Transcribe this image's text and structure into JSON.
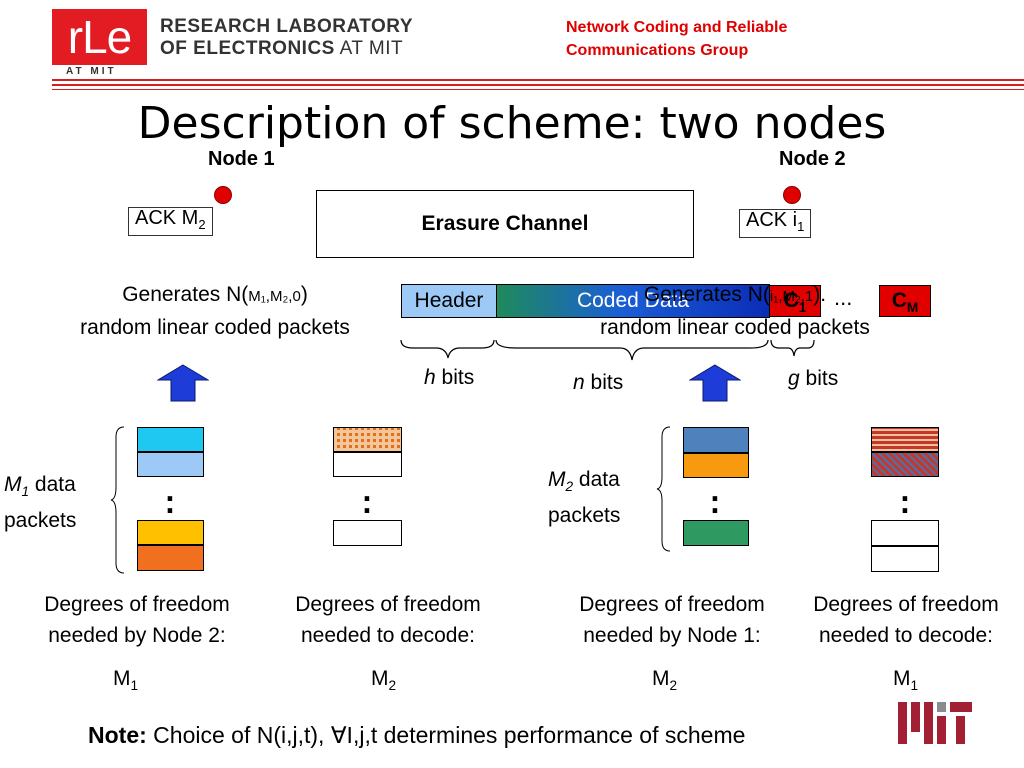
{
  "header": {
    "logo_text": "rLe",
    "logo_sub": "AT MIT",
    "lab_line1": "RESEARCH LABORATORY",
    "lab_line2_bold": "OF ELECTRONICS",
    "lab_line2_rest": " AT MIT",
    "group_line1": "Network Coding and Reliable",
    "group_line2": "Communications Group"
  },
  "title": "Description of scheme: two nodes",
  "node1": {
    "label": "Node 1",
    "ack_prefix": "ACK M",
    "ack_sub": "2"
  },
  "node2": {
    "label": "Node 2",
    "ack_prefix": "ACK i",
    "ack_sub": "1"
  },
  "channel": "Erasure Channel",
  "generates_left": {
    "line1": "Generates N(",
    "args": "M₁,M₂,0",
    "close": ")",
    "line2": "random linear coded packets"
  },
  "generates_right": {
    "line1": "Generates N(",
    "args": "i₁,M₂,1",
    "close": ").",
    "line2": "random linear coded packets"
  },
  "packet": {
    "header": "Header",
    "data": "Coded Data",
    "c1": "C",
    "c1_sub": "1",
    "ellipsis": "...",
    "cm": "C",
    "cm_sub": "M"
  },
  "bits": {
    "h_var": "h",
    "h_text": " bits",
    "n_var": "n",
    "n_text": " bits",
    "g_var": "g",
    "g_text": " bits"
  },
  "m1_label": {
    "var": "M",
    "sub": "1",
    "line1_rest": " data",
    "line2": "packets"
  },
  "m2_label": {
    "var": "M",
    "sub": "2",
    "line1_rest": " data",
    "line2": "packets"
  },
  "dof": [
    {
      "line1": "Degrees of freedom",
      "line2": "needed by Node 2:",
      "value": "M",
      "sub": "1"
    },
    {
      "line1": "Degrees of freedom",
      "line2": "needed to decode:",
      "value": "M",
      "sub": "2"
    },
    {
      "line1": "Degrees of freedom",
      "line2": "needed by Node 1:",
      "value": "M",
      "sub": "2"
    },
    {
      "line1": "Degrees of freedom",
      "line2": "needed to decode:",
      "value": "M",
      "sub": "1"
    }
  ],
  "note": {
    "bold": "Note:",
    "rest": " Choice of N(i,j,t), ∀I,j,t determines performance of scheme"
  },
  "colors": {
    "brand_red": "#e31b23",
    "accent_red": "#e00000",
    "arrow_blue": "#1e3cd8",
    "cyan": "#1ec8f0",
    "light_blue": "#9cc9f5",
    "yellow": "#ffc000",
    "orange": "#f07020",
    "steel_blue": "#4f81bd",
    "amber": "#f79a10",
    "green": "#2e9a62"
  },
  "icons": {
    "up_arrow": "up-arrow-icon",
    "brace": "curly-brace-icon",
    "mit_logo": "mit-logo-icon"
  }
}
